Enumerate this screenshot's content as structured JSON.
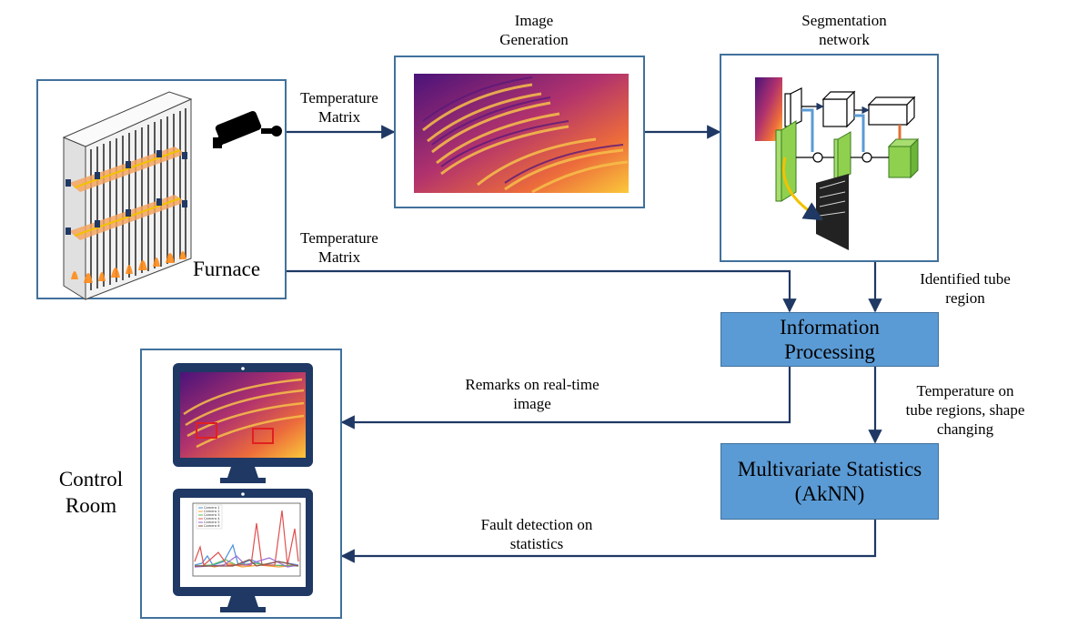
{
  "diagram": {
    "nodes": {
      "furnace": {
        "label": "Furnace"
      },
      "image_generation": {
        "title_lines": [
          "Image",
          "Generation"
        ]
      },
      "segmentation": {
        "title_lines": [
          "Segmentation",
          "network"
        ]
      },
      "information_processing": {
        "lines": [
          "Information",
          "Processing"
        ]
      },
      "multivariate": {
        "lines": [
          "Multivariate Statistics",
          "(AkNN)"
        ]
      },
      "control_room": {
        "lines": [
          "Control",
          "Room"
        ]
      }
    },
    "edges": {
      "temp_matrix_top": {
        "lines": [
          "Temperature",
          "Matrix"
        ]
      },
      "temp_matrix_bottom": {
        "lines": [
          "Temperature",
          "Matrix"
        ]
      },
      "identified_tube": {
        "lines": [
          "Identified tube",
          "region"
        ]
      },
      "remarks": {
        "lines": [
          "Remarks on real-time",
          "image"
        ]
      },
      "temp_on_tube": {
        "lines": [
          "Temperature on",
          "tube regions, shape",
          "changing"
        ]
      },
      "fault_detection": {
        "lines": [
          "Fault detection on",
          "statistics"
        ]
      }
    },
    "plot_legend": [
      "Camera 1",
      "Camera 2",
      "Camera 3",
      "Camera 4",
      "Camera 5",
      "Camera 6"
    ],
    "colors": {
      "frame": "#41719c",
      "process_box": "#5b9bd5",
      "arrow": "#1f3864",
      "thermal_dark": "#3b0f70",
      "thermal_mid": "#c0366b",
      "thermal_bright": "#f9b530",
      "encoder_green": "#8fd14f",
      "monitor": "#1f3864"
    }
  }
}
